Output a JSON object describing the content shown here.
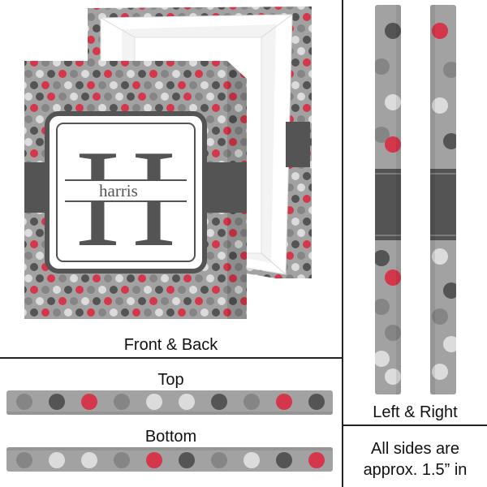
{
  "panels": {
    "front_back": {
      "caption": "Front & Back"
    },
    "top": {
      "caption": "Top"
    },
    "bottom": {
      "caption": "Bottom"
    },
    "left_right": {
      "caption": "Left & Right"
    },
    "note": {
      "line1": "All sides are",
      "line2": "approx. 1.5” in"
    }
  },
  "monogram": {
    "initial": "H",
    "name": "harris"
  },
  "colors": {
    "background_gray": "#a2a2a2",
    "dot_red": "#d4374b",
    "dot_dark": "#545454",
    "dot_gray": "#858585",
    "dot_light": "#dcdcdc",
    "band": "#545454",
    "divider": "#222222"
  },
  "icons": [
    "polka-dot-pattern",
    "canvas-back-frame"
  ]
}
